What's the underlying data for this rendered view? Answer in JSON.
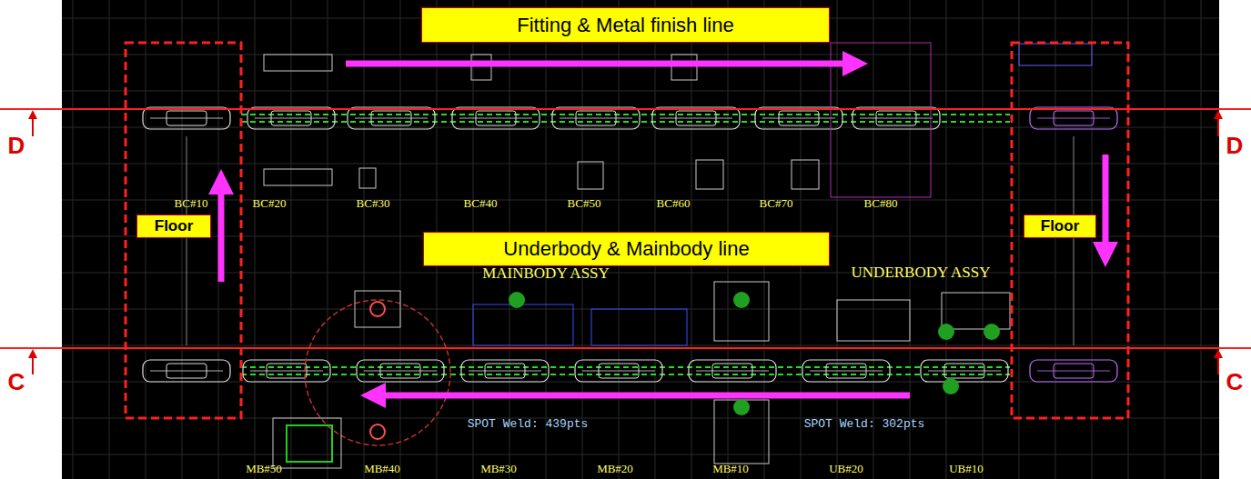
{
  "diagram": {
    "nodes": [
      {
        "text": [
          "Fitting & Metal finish line"
        ]
      },
      {
        "text": [
          "Floor"
        ]
      },
      {
        "text": [
          "Underbody & Mainbody line"
        ]
      },
      {
        "text": [
          "Floor"
        ]
      }
    ],
    "labels": [
      "D",
      "D",
      "BC#10",
      "BC#20",
      "BC#30",
      "BC#40",
      "BC#50",
      "BC#60",
      "BC#70",
      "BC#80",
      "MAINBODY ASSY",
      "UNDERBODY ASSY",
      "C",
      "C",
      "SPOT Weld: 439pts",
      "SPOT Weld: 302pts",
      "MB#50",
      "MB#40",
      "MB#30",
      "MB#20",
      "MB#10",
      "UB#20",
      "UB#10"
    ]
  }
}
